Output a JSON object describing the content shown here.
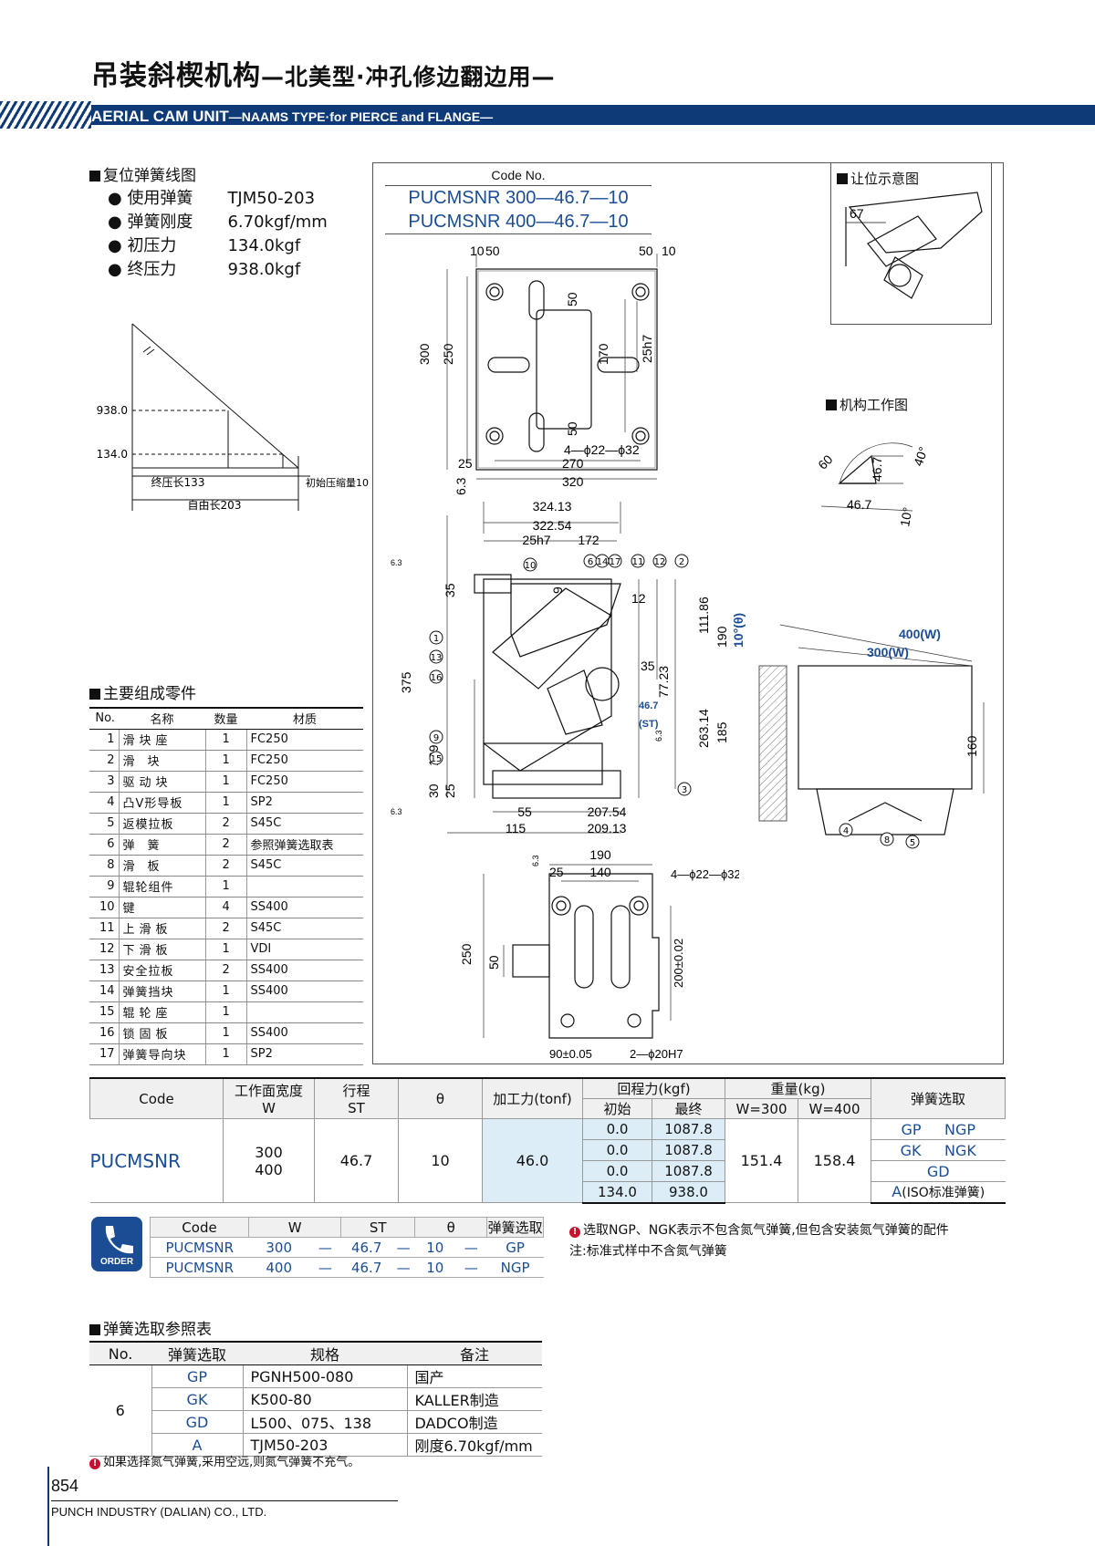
{
  "header": {
    "title_main": "吊装斜楔机构",
    "title_sub": "—北美型·冲孔修边翻边用—",
    "title_en_main": "AERIAL CAM UNIT",
    "title_en_sub": "—NAAMS TYPE·for PIERCE and FLANGE—"
  },
  "spring_diagram": {
    "heading": "复位弹簧线图",
    "specs": [
      {
        "label": "使用弹簧",
        "value": "TJM50-203"
      },
      {
        "label": "弹簧刚度",
        "value": "6.70kgf/mm"
      },
      {
        "label": "初压力",
        "value": "134.0kgf"
      },
      {
        "label": "终压力",
        "value": "938.0kgf"
      }
    ],
    "y_final": "938.0",
    "y_initial": "134.0",
    "final_length": "终压长133",
    "initial_comp": "初始压缩量10",
    "free_length": "自由长203"
  },
  "code_box": {
    "label": "Code No.",
    "codes": [
      "PUCMSNR 300—46.7—10",
      "PUCMSNR 400—46.7—10"
    ]
  },
  "clearance": {
    "heading": "让位示意图",
    "dim": "67"
  },
  "work_diagram": {
    "heading": "机构工作图",
    "dims": [
      "60",
      "46.7",
      "40°",
      "46.7",
      "10°"
    ]
  },
  "top_view_dims": [
    "10",
    "50",
    "50",
    "10",
    "300",
    "250",
    "50",
    "170",
    "50",
    "25h7",
    "25",
    "270",
    "320",
    "4—ϕ22—ϕ32",
    "6.3"
  ],
  "side_view_dims": [
    "324.13",
    "322.54",
    "25h7",
    "172",
    "35",
    "9",
    "12",
    "111.86",
    "190",
    "10°(θ)",
    "35",
    "77.23",
    "46.7",
    "(ST)",
    "6.3",
    "263.14",
    "185",
    "375",
    "139",
    "30",
    "25",
    "55",
    "207.54",
    "115",
    "209.13",
    "6.3",
    "6.3"
  ],
  "side_view_balloons": [
    "10",
    "6",
    "14",
    "17",
    "11",
    "12",
    "2",
    "1",
    "13",
    "16",
    "9",
    "15",
    "3"
  ],
  "bottom_view_dims": [
    "190",
    "140",
    "25",
    "4—ϕ22—ϕ32",
    "250",
    "50",
    "200±0.02",
    "90±0.05",
    "2—ϕ20H7",
    "6.3"
  ],
  "width_view": {
    "dims": [
      "400(W)",
      "300(W)",
      "160"
    ],
    "balloons": [
      "4",
      "8",
      "5"
    ]
  },
  "parts": {
    "heading": "主要组成零件",
    "headers": [
      "No.",
      "名称",
      "数量",
      "材质"
    ],
    "rows": [
      [
        "1",
        "滑块座",
        "1",
        "FC250"
      ],
      [
        "2",
        "滑块",
        "1",
        "FC250"
      ],
      [
        "3",
        "驱动块",
        "1",
        "FC250"
      ],
      [
        "4",
        "凸V形导板",
        "1",
        "SP2"
      ],
      [
        "5",
        "返模拉板",
        "2",
        "S45C"
      ],
      [
        "6",
        "弹簧",
        "2",
        "参照弹簧选取表"
      ],
      [
        "8",
        "滑板",
        "2",
        "S45C"
      ],
      [
        "9",
        "辊轮组件",
        "1",
        ""
      ],
      [
        "10",
        "键",
        "4",
        "SS400"
      ],
      [
        "11",
        "上滑板",
        "2",
        "S45C"
      ],
      [
        "12",
        "下滑板",
        "1",
        "VDI"
      ],
      [
        "13",
        "安全拉板",
        "2",
        "SS400"
      ],
      [
        "14",
        "弹簧挡块",
        "1",
        "SS400"
      ],
      [
        "15",
        "辊轮座",
        "1",
        ""
      ],
      [
        "16",
        "锁固板",
        "1",
        "SS400"
      ],
      [
        "17",
        "弹簧导向块",
        "1",
        "SP2"
      ]
    ]
  },
  "main_table": {
    "h_code": "Code",
    "h_width": "工作面宽度",
    "h_width_sub": "W",
    "h_stroke": "行程",
    "h_stroke_sub": "ST",
    "h_theta": "θ",
    "h_force": "加工力(tonf)",
    "h_return": "回程力(kgf)",
    "h_return_init": "初始",
    "h_return_final": "最终",
    "h_weight": "重量(kg)",
    "h_w300": "W=300",
    "h_w400": "W=400",
    "h_spring": "弹簧选取",
    "code": "PUCMSNR",
    "widths": [
      "300",
      "400"
    ],
    "stroke": "46.7",
    "theta": "10",
    "force": "46.0",
    "return_rows": [
      [
        "0.0",
        "1087.8"
      ],
      [
        "0.0",
        "1087.8"
      ],
      [
        "0.0",
        "1087.8"
      ],
      [
        "134.0",
        "938.0"
      ]
    ],
    "weight300": "151.4",
    "weight400": "158.4",
    "spring_rows": [
      [
        "GP",
        "NGP"
      ],
      [
        "GK",
        "NGK"
      ],
      [
        "GD",
        ""
      ],
      [
        "A",
        "(ISO标准弹簧)"
      ]
    ]
  },
  "order": {
    "badge": "ORDER",
    "headers": [
      "Code",
      "W",
      "ST",
      "θ",
      "弹簧选取"
    ],
    "rows": [
      [
        "PUCMSNR",
        "300",
        "—",
        "46.7",
        "—",
        "10",
        "—",
        "GP"
      ],
      [
        "PUCMSNR",
        "400",
        "—",
        "46.7",
        "—",
        "10",
        "—",
        "NGP"
      ]
    ],
    "note1": "选取NGP、NGK表示不包含氮气弹簧,但包含安装氮气弹簧的配件",
    "note2": "注:标准式样中不含氮气弹簧"
  },
  "spring_table": {
    "heading": "弹簧选取参照表",
    "headers": [
      "No.",
      "弹簧选取",
      "规格",
      "备注"
    ],
    "no": "6",
    "rows": [
      [
        "GP",
        "PGNH500-080",
        "国产"
      ],
      [
        "GK",
        "K500-80",
        "KALLER制造"
      ],
      [
        "GD",
        "L500、075、138",
        "DADCO制造"
      ],
      [
        "A",
        "TJM50-203",
        "刚度6.70kgf/mm"
      ]
    ],
    "note": "如果选择氮气弹簧,采用空远,则氮气弹簧不充气。"
  },
  "footer": {
    "page": "854",
    "company": "PUNCH INDUSTRY (DALIAN) CO., LTD."
  },
  "colors": {
    "navy": "#0e3a78",
    "blue_text": "#1b4d95",
    "light_blue": "#dcedf7",
    "warn": "#c8102e"
  }
}
